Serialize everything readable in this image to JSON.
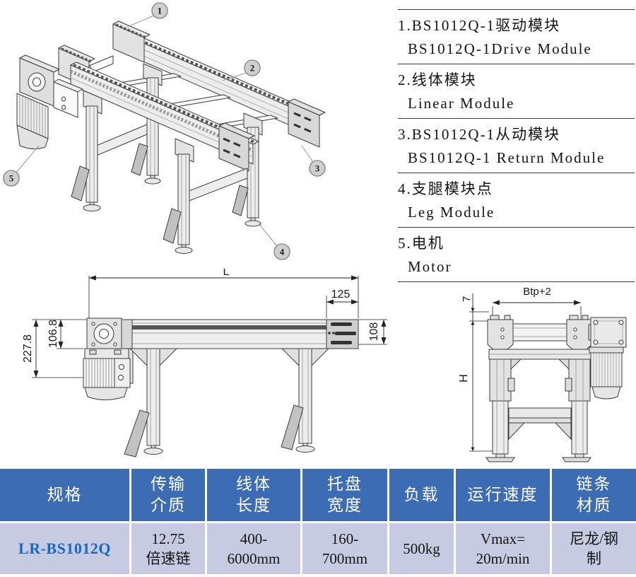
{
  "iso": {
    "callouts": [
      "1",
      "2",
      "3",
      "4",
      "5"
    ]
  },
  "legend": {
    "items": [
      {
        "cn": "1.BS1012Q-1驱动模块",
        "en": "BS1012Q-1Drive Module"
      },
      {
        "cn": "2.线体模块",
        "en": "Linear Module"
      },
      {
        "cn": "3.BS1012Q-1从动模块",
        "en": "BS1012Q-1 Return Module"
      },
      {
        "cn": "4.支腿模块点",
        "en": "Leg Module"
      },
      {
        "cn": "5.电机",
        "en": "Motor"
      }
    ]
  },
  "side_view": {
    "labels": {
      "L": "L",
      "d125": "125",
      "d106": "106.8",
      "d227": "227.8",
      "d108": "108"
    }
  },
  "end_view": {
    "labels": {
      "btp": "Btp+2",
      "d7": "7",
      "H": "H"
    }
  },
  "table": {
    "headers": [
      "规格",
      "传输\n介质",
      "线体\n长度",
      "托盘\n宽度",
      "负载",
      "运行速度",
      "链条\n材质"
    ],
    "row": [
      "LR-BS1012Q",
      "12.75\n倍速链",
      "400-\n6000mm",
      "160-\n700mm",
      "500kg",
      "Vmax=\n20m/min",
      "尼龙/钢\n制"
    ],
    "colors": {
      "header_bg": "#3b6cb4",
      "header_text": "#ffffff",
      "row_bg": "#c6cbe2",
      "model_text": "#1668c0"
    }
  }
}
